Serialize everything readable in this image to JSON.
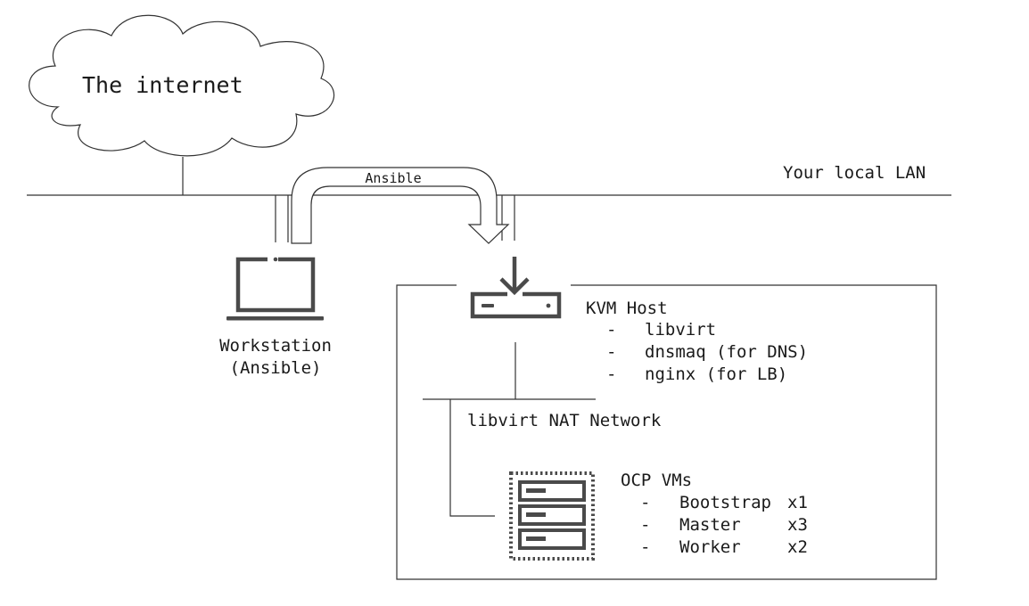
{
  "internet": {
    "label": "The internet"
  },
  "lan": {
    "label": "Your local LAN"
  },
  "ansible_arrow": {
    "label": "Ansible"
  },
  "workstation": {
    "line1": "Workstation",
    "line2": "(Ansible)"
  },
  "kvm_host": {
    "title": "KVM Host",
    "bullet": "-",
    "items": [
      "libvirt",
      "dnsmaq (for DNS)",
      "nginx (for LB)"
    ]
  },
  "nat_network": {
    "label": "libvirt NAT Network"
  },
  "ocp_vms": {
    "title": "OCP VMs",
    "bullet": "-",
    "items": [
      {
        "name": "Bootstrap",
        "count": "x1"
      },
      {
        "name": "Master",
        "count": "x3"
      },
      {
        "name": "Worker",
        "count": "x2"
      }
    ]
  },
  "icons": [
    "cloud-icon",
    "laptop-icon",
    "server-download-icon",
    "server-rack-icon"
  ],
  "colors": {
    "icon": "#4a4a4a",
    "line": "#333333",
    "text": "#1a1a1a",
    "background": "#ffffff"
  }
}
